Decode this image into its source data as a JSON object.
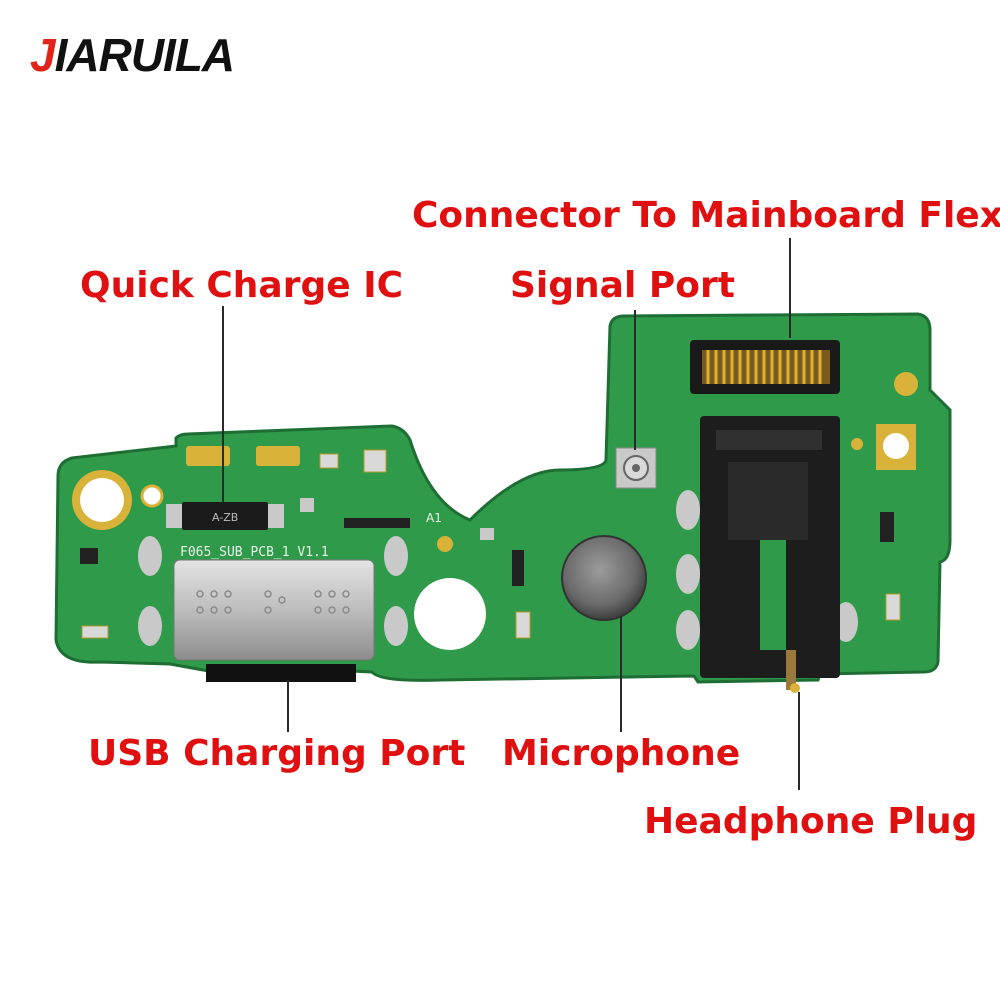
{
  "brand": {
    "prefix": "J",
    "rest": "IARUILA",
    "accent_color": "#e2231a"
  },
  "labels": {
    "connector": "Connector To Mainboard Flex",
    "quick_charge": "Quick Charge IC",
    "signal_port": "Signal Port",
    "usb_port": "USB Charging Port",
    "microphone": "Microphone",
    "headphone": "Headphone Plug"
  },
  "board": {
    "silkscreen": "F065_SUB_PCB_1 V1.1",
    "chip_marking": "A-ZB",
    "corner_mark": "A1",
    "pcb_color": "#2f9a4a",
    "gold_color": "#d9b23a",
    "silver_color": "#c9c9c9"
  }
}
